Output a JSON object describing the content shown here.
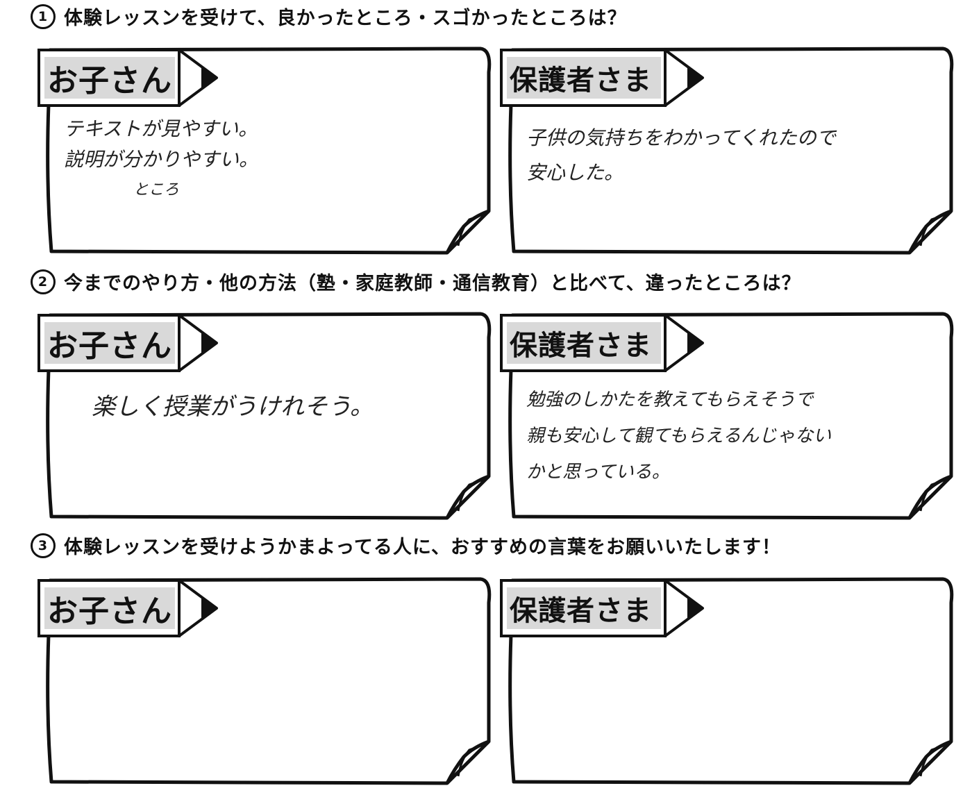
{
  "sections": [
    {
      "number": "1",
      "question": "体験レッスンを受けて、良かったところ・スゴかったところは？",
      "child": {
        "label": "お子さん",
        "answer_lines": [
          "テキストが見やすい。",
          "説明が分かりやすい。",
          "ところ"
        ]
      },
      "parent": {
        "label": "保護者さま",
        "answer_lines": [
          "子供の気持ちをわかってくれたので",
          "安心した。"
        ]
      }
    },
    {
      "number": "2",
      "question": "今までのやり方・他の方法（塾・家庭教師・通信教育）と比べて、違ったところは？",
      "child": {
        "label": "お子さん",
        "answer_lines": [
          "楽しく授業がうけれそう。"
        ]
      },
      "parent": {
        "label": "保護者さま",
        "answer_lines": [
          "勉強のしかたを教えてもらえそうで",
          "親も安心して観てもらえるんじゃない",
          "かと思っている。"
        ]
      }
    },
    {
      "number": "3",
      "question": "体験レッスンを受けようかまよってる人に、おすすめの言葉をお願いいたします！",
      "child": {
        "label": "お子さん",
        "answer_lines": []
      },
      "parent": {
        "label": "保護者さま",
        "answer_lines": []
      }
    }
  ]
}
